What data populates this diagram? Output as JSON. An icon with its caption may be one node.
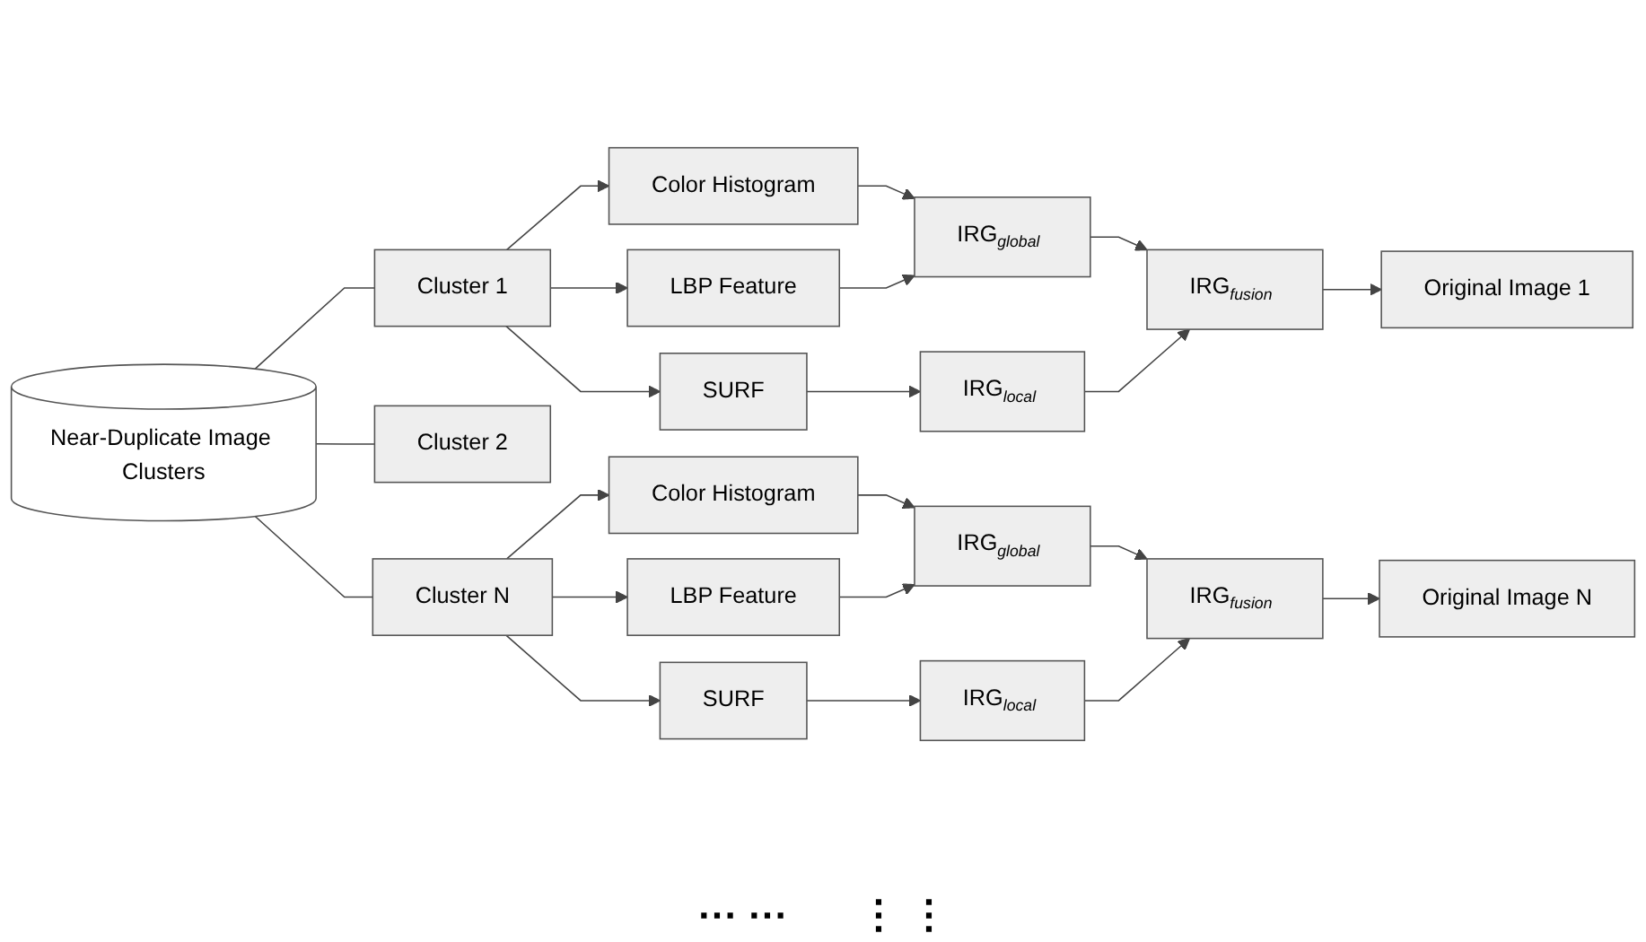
{
  "diagram": {
    "nodes": [
      {
        "text": [
          "Near-Duplicate Image Clusters"
        ]
      },
      {
        "text": [
          "Cluster 1"
        ]
      },
      {
        "text": [
          "Color Histogram"
        ]
      },
      {
        "text": [
          "LBP Feature"
        ]
      },
      {
        "text": [
          "SURF"
        ]
      },
      {
        "text": [
          "IRG$_{global}$"
        ]
      },
      {
        "text": [
          "IRG$_{local}$"
        ]
      },
      {
        "text": [
          "IRG$_{fusion}$"
        ]
      },
      {
        "text": [
          "Original Image 1"
        ]
      },
      {
        "text": [
          "Cluster 2"
        ]
      },
      {
        "text": [
          "Cluster N"
        ]
      },
      {
        "text": [
          "Color Histogram"
        ]
      },
      {
        "text": [
          "LBP Feature"
        ]
      },
      {
        "text": [
          "SURF"
        ]
      },
      {
        "text": [
          "IRG$_{global}$"
        ]
      },
      {
        "text": [
          "IRG$_{local}$"
        ]
      },
      {
        "text": [
          "IRG$_{fusion}$"
        ]
      },
      {
        "text": [
          "Original Image N"
        ]
      }
    ],
    "edges": [
      {
        "from": 0,
        "to": 1,
        "arrow": "none"
      },
      {
        "from": 0,
        "to": 9,
        "arrow": "none"
      },
      {
        "from": 0,
        "to": 10,
        "arrow": "none"
      },
      {
        "from": 1,
        "to": 2,
        "arrow": "to"
      },
      {
        "from": 1,
        "to": 3,
        "arrow": "to"
      },
      {
        "from": 1,
        "to": 4,
        "arrow": "to"
      },
      {
        "from": 2,
        "to": 5,
        "arrow": "to"
      },
      {
        "from": 3,
        "to": 5,
        "arrow": "to"
      },
      {
        "from": 4,
        "to": 6,
        "arrow": "to"
      },
      {
        "from": 5,
        "to": 7,
        "arrow": "to"
      },
      {
        "from": 6,
        "to": 7,
        "arrow": "to"
      },
      {
        "from": 7,
        "to": 8,
        "arrow": "to"
      },
      {
        "from": 10,
        "to": 11,
        "arrow": "to"
      },
      {
        "from": 10,
        "to": 12,
        "arrow": "to"
      },
      {
        "from": 10,
        "to": 13,
        "arrow": "to"
      },
      {
        "from": 11,
        "to": 14,
        "arrow": "to"
      },
      {
        "from": 12,
        "to": 14,
        "arrow": "to"
      },
      {
        "from": 13,
        "to": 15,
        "arrow": "to"
      },
      {
        "from": 14,
        "to": 16,
        "arrow": "to"
      },
      {
        "from": 15,
        "to": 16,
        "arrow": "to"
      },
      {
        "from": 16,
        "to": 17,
        "arrow": "to"
      }
    ],
    "labels": [
      "⋯ ⋯",
      "⋮ ⋮"
    ]
  }
}
